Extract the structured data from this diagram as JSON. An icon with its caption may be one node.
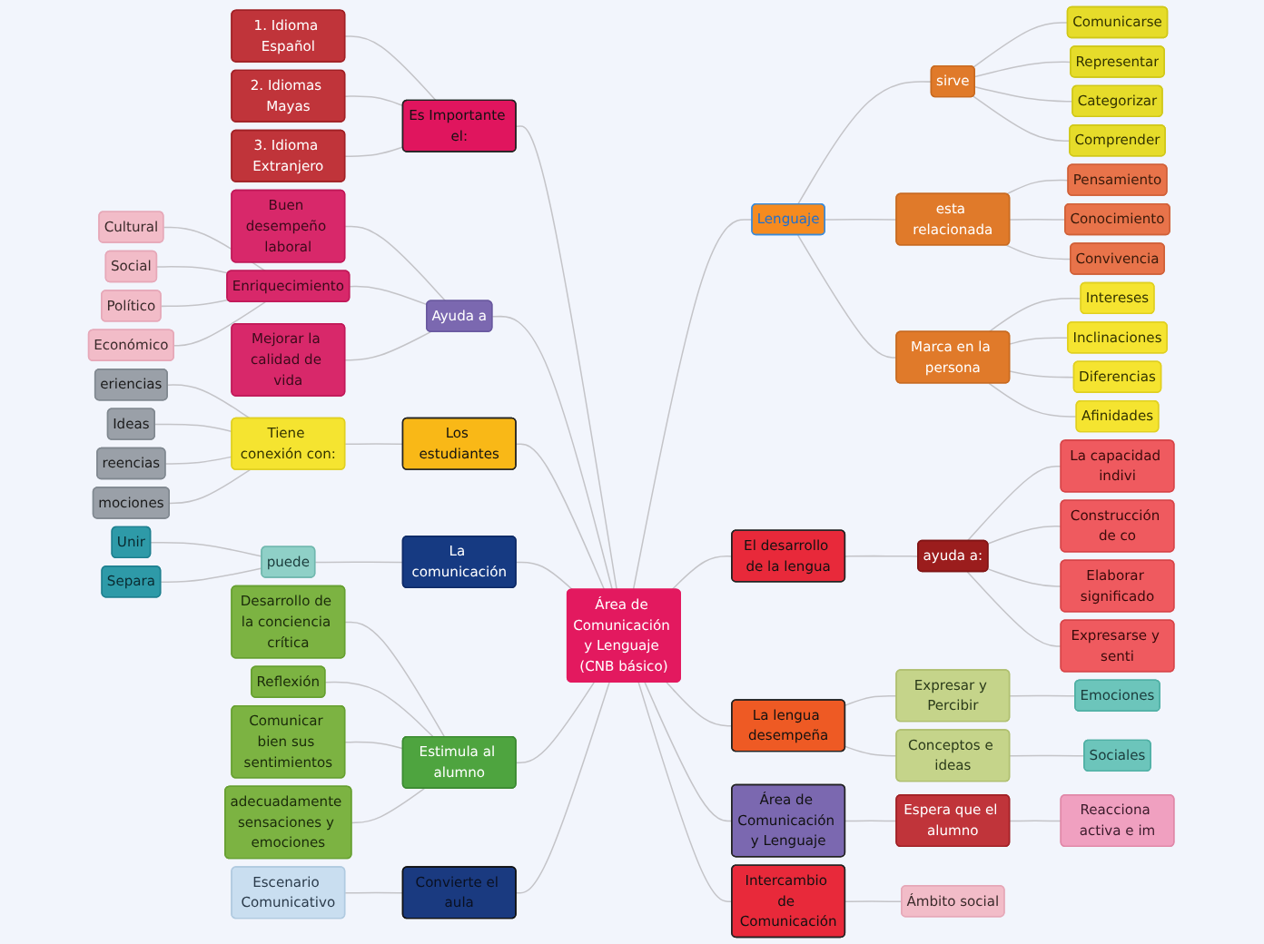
{
  "diagram": {
    "nodes": [
      {
        "text": [
          "Área de Comunicación y Lenguaje (CNB básico)"
        ]
      },
      {
        "text": [
          "Es Importante el:"
        ]
      },
      {
        "text": [
          "1. Idioma Español"
        ]
      },
      {
        "text": [
          "2. Idiomas Mayas"
        ]
      },
      {
        "text": [
          "3. Idioma Extranjero"
        ]
      },
      {
        "text": [
          "Ayuda a"
        ]
      },
      {
        "text": [
          "Buen desempeño laboral"
        ]
      },
      {
        "text": [
          "Enriquecimiento"
        ]
      },
      {
        "text": [
          "Cultural"
        ]
      },
      {
        "text": [
          "Social"
        ]
      },
      {
        "text": [
          "Político"
        ]
      },
      {
        "text": [
          "Económico"
        ]
      },
      {
        "text": [
          "Mejorar la calidad de vida"
        ]
      },
      {
        "text": [
          "Los estudiantes"
        ]
      },
      {
        "text": [
          "Tiene conexión con:"
        ]
      },
      {
        "text": [
          "eriencias"
        ]
      },
      {
        "text": [
          "Ideas"
        ]
      },
      {
        "text": [
          "reencias"
        ]
      },
      {
        "text": [
          "mociones"
        ]
      },
      {
        "text": [
          "La comunicación"
        ]
      },
      {
        "text": [
          "puede"
        ]
      },
      {
        "text": [
          "Unir"
        ]
      },
      {
        "text": [
          "Separa"
        ]
      },
      {
        "text": [
          "Estimula al alumno"
        ]
      },
      {
        "text": [
          "Desarrollo de la conciencia crítica"
        ]
      },
      {
        "text": [
          "Reflexión"
        ]
      },
      {
        "text": [
          "Comunicar bien sus sentimientos"
        ]
      },
      {
        "text": [
          "adecuadamente sensaciones y emociones"
        ]
      },
      {
        "text": [
          "Convierte el aula"
        ]
      },
      {
        "text": [
          "Escenario Comunicativo"
        ]
      },
      {
        "text": [
          "Lenguaje"
        ]
      },
      {
        "text": [
          "sirve"
        ]
      },
      {
        "text": [
          "Comunicarse"
        ]
      },
      {
        "text": [
          "Representar"
        ]
      },
      {
        "text": [
          "Categorizar"
        ]
      },
      {
        "text": [
          "Comprender"
        ]
      },
      {
        "text": [
          "esta relacionada"
        ]
      },
      {
        "text": [
          "Pensamiento"
        ]
      },
      {
        "text": [
          "Conocimiento"
        ]
      },
      {
        "text": [
          "Convivencia"
        ]
      },
      {
        "text": [
          "Marca en la persona"
        ]
      },
      {
        "text": [
          "Intereses"
        ]
      },
      {
        "text": [
          "Inclinaciones"
        ]
      },
      {
        "text": [
          "Diferencias"
        ]
      },
      {
        "text": [
          "Afinidades"
        ]
      },
      {
        "text": [
          "El desarrollo de la lengua"
        ]
      },
      {
        "text": [
          "ayuda a:"
        ]
      },
      {
        "text": [
          "La capacidad indivi"
        ]
      },
      {
        "text": [
          "Construcción de co"
        ]
      },
      {
        "text": [
          "Elaborar significado"
        ]
      },
      {
        "text": [
          "Expresarse y senti"
        ]
      },
      {
        "text": [
          "La lengua desempeña"
        ]
      },
      {
        "text": [
          "Expresar y Percibir"
        ]
      },
      {
        "text": [
          "Emociones"
        ]
      },
      {
        "text": [
          "Conceptos e ideas"
        ]
      },
      {
        "text": [
          "Sociales"
        ]
      },
      {
        "text": [
          "Área de Comunicación y Lenguaje"
        ]
      },
      {
        "text": [
          "Espera que el alumno"
        ]
      },
      {
        "text": [
          "Reacciona activa e im"
        ]
      },
      {
        "text": [
          "Intercambio de Comunicación"
        ]
      },
      {
        "text": [
          "Ámbito social"
        ]
      }
    ],
    "edges": [
      {
        "from": 1,
        "to": 0,
        "arrow": "none"
      },
      {
        "from": 2,
        "to": 1,
        "arrow": "none"
      },
      {
        "from": 3,
        "to": 1,
        "arrow": "none"
      },
      {
        "from": 4,
        "to": 1,
        "arrow": "none"
      },
      {
        "from": 5,
        "to": 0,
        "arrow": "none"
      },
      {
        "from": 6,
        "to": 5,
        "arrow": "none"
      },
      {
        "from": 7,
        "to": 5,
        "arrow": "none"
      },
      {
        "from": 8,
        "to": 7,
        "arrow": "none"
      },
      {
        "from": 9,
        "to": 7,
        "arrow": "none"
      },
      {
        "from": 10,
        "to": 7,
        "arrow": "none"
      },
      {
        "from": 11,
        "to": 7,
        "arrow": "none"
      },
      {
        "from": 12,
        "to": 5,
        "arrow": "none"
      },
      {
        "from": 13,
        "to": 0,
        "arrow": "none"
      },
      {
        "from": 14,
        "to": 13,
        "arrow": "none"
      },
      {
        "from": 15,
        "to": 14,
        "arrow": "none"
      },
      {
        "from": 16,
        "to": 14,
        "arrow": "none"
      },
      {
        "from": 17,
        "to": 14,
        "arrow": "none"
      },
      {
        "from": 18,
        "to": 14,
        "arrow": "none"
      },
      {
        "from": 19,
        "to": 0,
        "arrow": "none"
      },
      {
        "from": 20,
        "to": 19,
        "arrow": "none"
      },
      {
        "from": 21,
        "to": 20,
        "arrow": "none"
      },
      {
        "from": 22,
        "to": 20,
        "arrow": "none"
      },
      {
        "from": 23,
        "to": 0,
        "arrow": "none"
      },
      {
        "from": 24,
        "to": 23,
        "arrow": "none"
      },
      {
        "from": 25,
        "to": 23,
        "arrow": "none"
      },
      {
        "from": 26,
        "to": 23,
        "arrow": "none"
      },
      {
        "from": 27,
        "to": 23,
        "arrow": "none"
      },
      {
        "from": 28,
        "to": 0,
        "arrow": "none"
      },
      {
        "from": 29,
        "to": 28,
        "arrow": "none"
      },
      {
        "from": 0,
        "to": 30,
        "arrow": "none"
      },
      {
        "from": 30,
        "to": 31,
        "arrow": "none"
      },
      {
        "from": 31,
        "to": 32,
        "arrow": "none"
      },
      {
        "from": 31,
        "to": 33,
        "arrow": "none"
      },
      {
        "from": 31,
        "to": 34,
        "arrow": "none"
      },
      {
        "from": 31,
        "to": 35,
        "arrow": "none"
      },
      {
        "from": 30,
        "to": 36,
        "arrow": "none"
      },
      {
        "from": 36,
        "to": 37,
        "arrow": "none"
      },
      {
        "from": 36,
        "to": 38,
        "arrow": "none"
      },
      {
        "from": 36,
        "to": 39,
        "arrow": "none"
      },
      {
        "from": 30,
        "to": 40,
        "arrow": "none"
      },
      {
        "from": 40,
        "to": 41,
        "arrow": "none"
      },
      {
        "from": 40,
        "to": 42,
        "arrow": "none"
      },
      {
        "from": 40,
        "to": 43,
        "arrow": "none"
      },
      {
        "from": 40,
        "to": 44,
        "arrow": "none"
      },
      {
        "from": 0,
        "to": 45,
        "arrow": "none"
      },
      {
        "from": 45,
        "to": 46,
        "arrow": "none"
      },
      {
        "from": 46,
        "to": 47,
        "arrow": "none"
      },
      {
        "from": 46,
        "to": 48,
        "arrow": "none"
      },
      {
        "from": 46,
        "to": 49,
        "arrow": "none"
      },
      {
        "from": 46,
        "to": 50,
        "arrow": "none"
      },
      {
        "from": 0,
        "to": 51,
        "arrow": "none"
      },
      {
        "from": 51,
        "to": 52,
        "arrow": "none"
      },
      {
        "from": 52,
        "to": 53,
        "arrow": "none"
      },
      {
        "from": 51,
        "to": 54,
        "arrow": "none"
      },
      {
        "from": 54,
        "to": 55,
        "arrow": "none"
      },
      {
        "from": 0,
        "to": 56,
        "arrow": "none"
      },
      {
        "from": 56,
        "to": 57,
        "arrow": "none"
      },
      {
        "from": 57,
        "to": 58,
        "arrow": "none"
      },
      {
        "from": 0,
        "to": 59,
        "arrow": "none"
      },
      {
        "from": 59,
        "to": 60,
        "arrow": "none"
      }
    ]
  }
}
